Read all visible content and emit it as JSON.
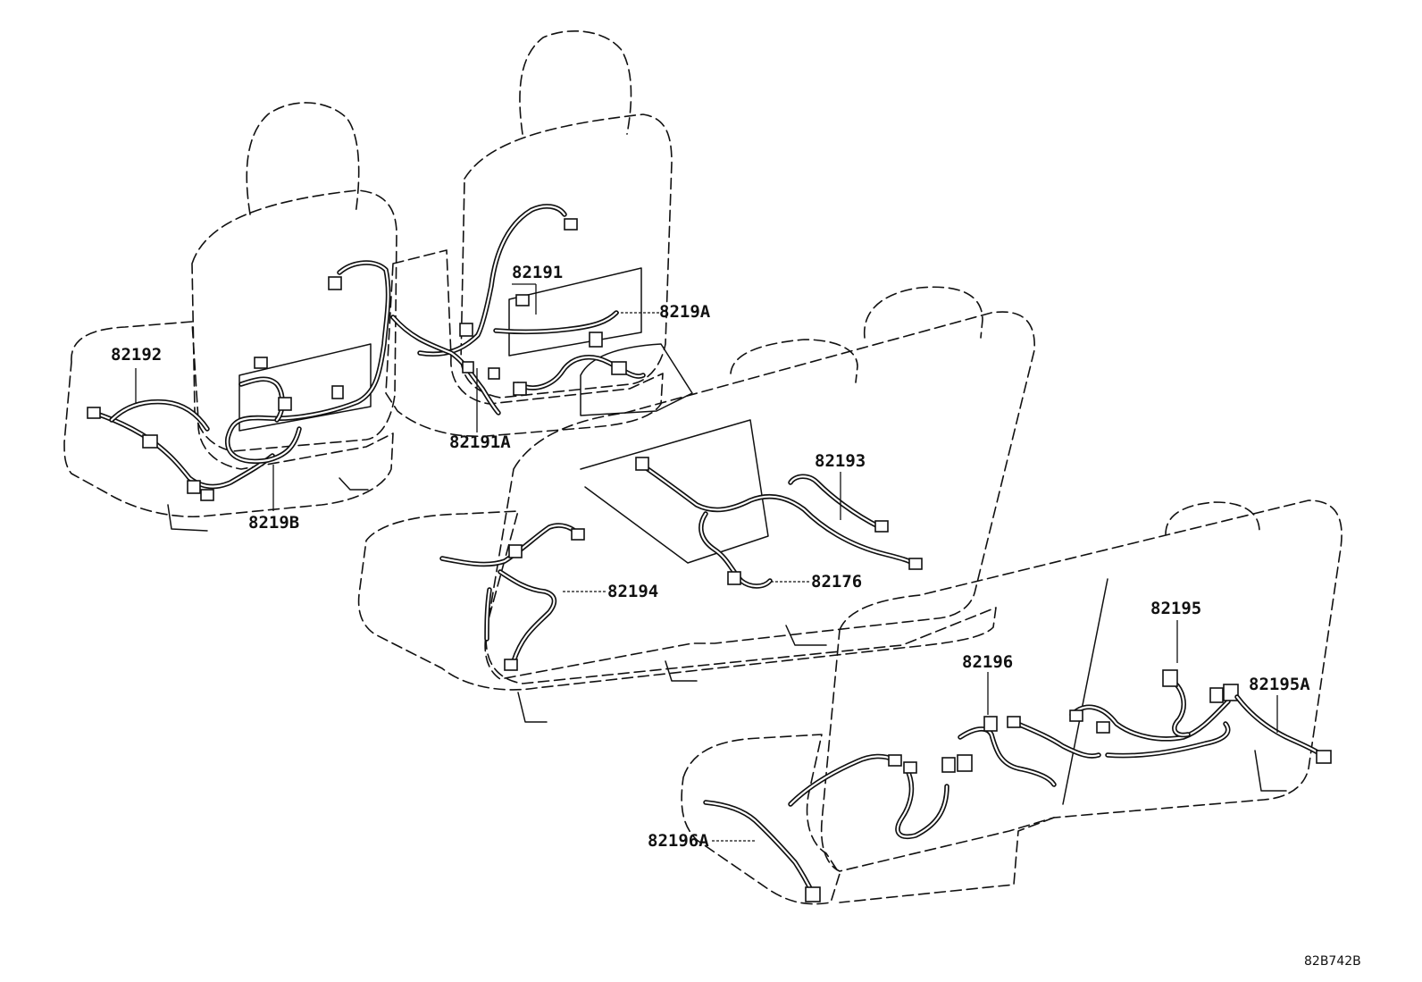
{
  "diagram": {
    "code": "82B742B",
    "callouts": {
      "p82191": "82191",
      "p8219A": "8219A",
      "p82192": "82192",
      "p82191A": "82191A",
      "p8219B": "8219B",
      "p82193": "82193",
      "p82194": "82194",
      "p82176": "82176",
      "p82195": "82195",
      "p82196": "82196",
      "p82195A": "82195A",
      "p82196A": "82196A"
    }
  }
}
